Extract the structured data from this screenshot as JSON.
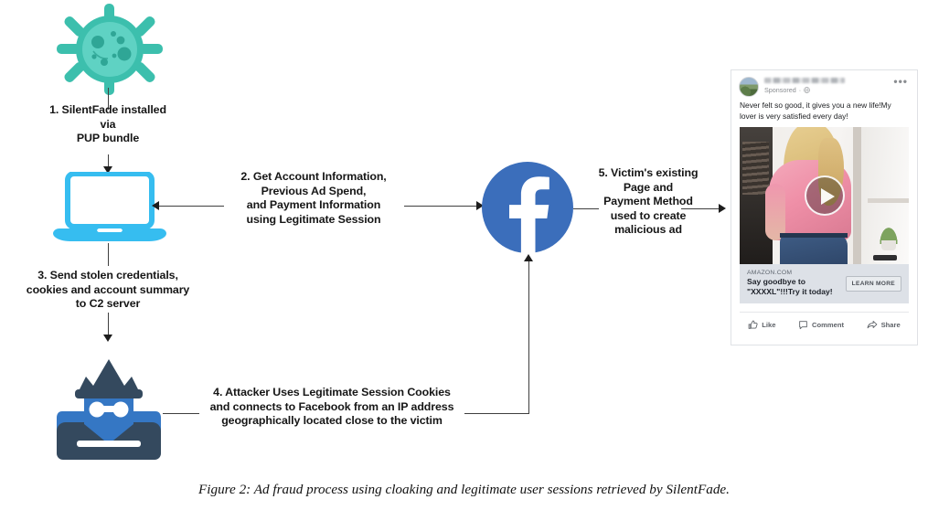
{
  "figure": {
    "caption": "Figure 2: Ad fraud process using cloaking and legitimate user sessions retrieved by SilentFade."
  },
  "nodes": {
    "virus": {
      "name": "SilentFade malware",
      "icon": "virus-icon",
      "color": "#3cbfad"
    },
    "laptop": {
      "name": "Victim laptop",
      "icon": "laptop-icon",
      "color": "#36bdf0"
    },
    "hacker": {
      "name": "Attacker / C2 server",
      "icon": "hacker-icon",
      "color_dark": "#34495e",
      "color_light": "#3577c4"
    },
    "facebook": {
      "name": "Facebook",
      "icon": "facebook-logo-icon",
      "color": "#3b6ebb",
      "glyph": "f"
    }
  },
  "steps": [
    {
      "id": 1,
      "text": "1. SilentFade installed\nvia\nPUP bundle"
    },
    {
      "id": 2,
      "text": "2. Get Account Information,\nPrevious Ad Spend,\nand Payment Information\nusing Legitimate Session"
    },
    {
      "id": 3,
      "text": "3. Send stolen credentials,\ncookies and account summary\nto C2 server"
    },
    {
      "id": 4,
      "text": "4. Attacker Uses Legitimate Session Cookies\nand connects to Facebook from an IP address\ngeographically located close to the victim"
    },
    {
      "id": 5,
      "text": "5. Victim's existing\nPage and\nPayment Method\nused to create\nmalicious ad"
    }
  ],
  "ad": {
    "page_name_redacted": "",
    "sponsored_label": "Sponsored",
    "sponsored_separator": "·",
    "menu_label": "•••",
    "post_text": "Never felt so good, it gives you a new life!My lover is very satisfied every day!",
    "media_type": "video",
    "cta": {
      "domain": "AMAZON.COM",
      "headline": "Say goodbye to \"XXXXL\"!!!Try it today!",
      "button_label": "LEARN MORE"
    },
    "actions": [
      {
        "label": "Like",
        "icon": "thumbs-up-icon"
      },
      {
        "label": "Comment",
        "icon": "comment-bubble-icon"
      },
      {
        "label": "Share",
        "icon": "share-arrow-icon"
      }
    ]
  }
}
